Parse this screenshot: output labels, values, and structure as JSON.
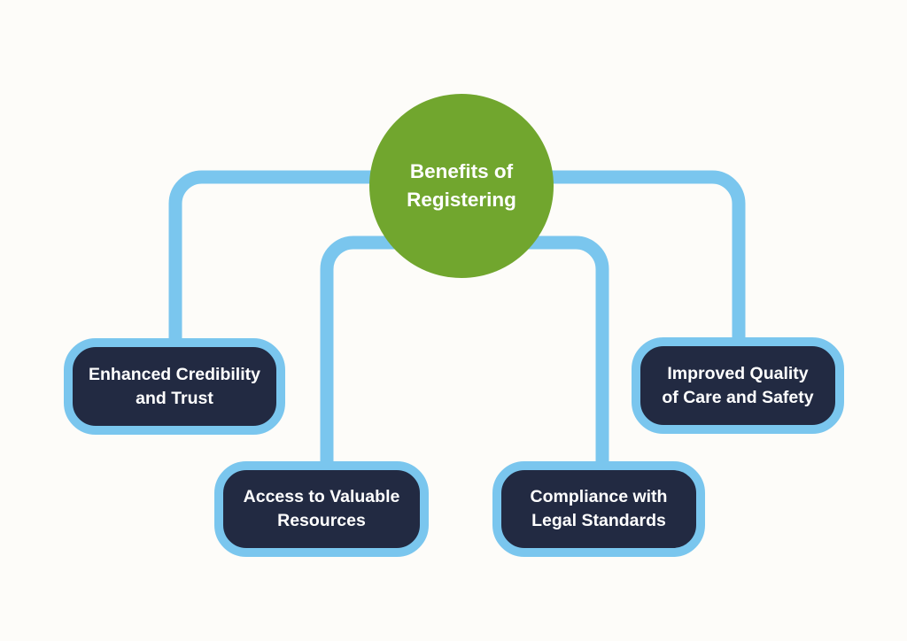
{
  "diagram": {
    "center": {
      "label": "Benefits of\nRegistering"
    },
    "nodes": [
      {
        "id": "enhanced-credibility",
        "label": "Enhanced Credibility\nand Trust"
      },
      {
        "id": "access-resources",
        "label": "Access to Valuable\nResources"
      },
      {
        "id": "compliance-legal",
        "label": "Compliance with\nLegal Standards"
      },
      {
        "id": "improved-quality",
        "label": "Improved Quality\nof Care and Safety"
      }
    ],
    "colors": {
      "background": "#FDFCF9",
      "connector": "#7AC6EE",
      "center_fill": "#71A62E",
      "node_fill": "#222A42",
      "node_border": "#7AC6EE",
      "text": "#FFFFFF"
    }
  }
}
